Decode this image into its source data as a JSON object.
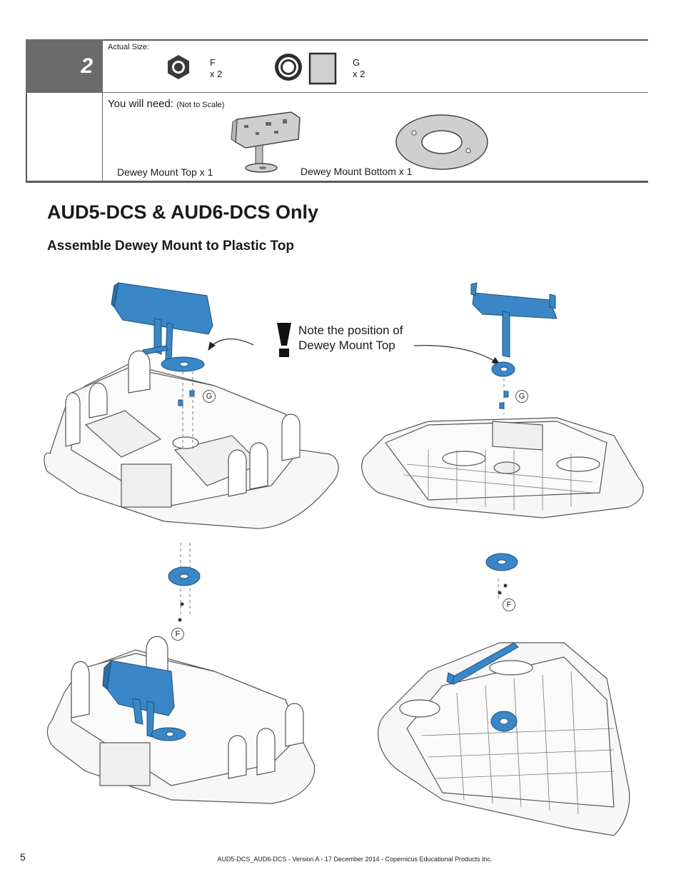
{
  "step": {
    "number": "2",
    "actual_size_label": "Actual Size:",
    "hardware": [
      {
        "letter": "F",
        "qty": "x 2",
        "icon": "hex-nut-icon"
      },
      {
        "letter": "G",
        "qty": "x 2",
        "icon": "spacer-washer-icon"
      }
    ],
    "you_will_need_label": "You will need:",
    "not_to_scale_label": "(Not to Scale)",
    "parts": [
      {
        "label": "Dewey Mount Top x 1"
      },
      {
        "label": "Dewey Mount Bottom x 1"
      }
    ]
  },
  "title": "AUD5-DCS & AUD6-DCS Only",
  "subtitle": "Assemble Dewey Mount to Plastic Top",
  "diagram": {
    "note": "Note the position of Dewey Mount Top",
    "callouts": {
      "g_left": "G",
      "g_right": "G",
      "f_left": "F",
      "f_right": "F"
    }
  },
  "colors": {
    "accent_blue": "#3a87c8",
    "header_gray": "#6b6b6b"
  },
  "footer": {
    "page_number": "5",
    "text": "AUD5-DCS_AUD6-DCS - Version A - 17 December 2014 - Copernicus Educational Products Inc."
  }
}
